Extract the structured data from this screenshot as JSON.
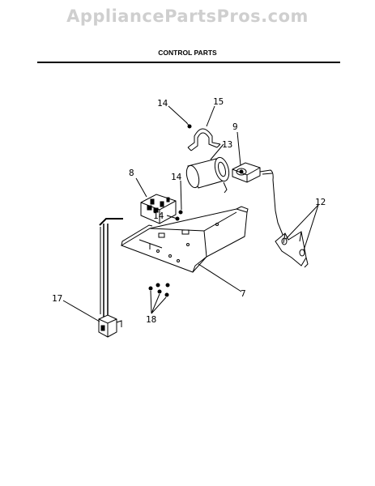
{
  "watermark": "AppliancePartsPros.com",
  "section_title": "CONTROL PARTS",
  "callouts": {
    "c14_top": "14",
    "c15": "15",
    "c9": "9",
    "c13": "13",
    "c8": "8",
    "c14_mid": "14",
    "c14_left": "14",
    "c12": "12",
    "c7": "7",
    "c17": "17",
    "c18": "18"
  }
}
